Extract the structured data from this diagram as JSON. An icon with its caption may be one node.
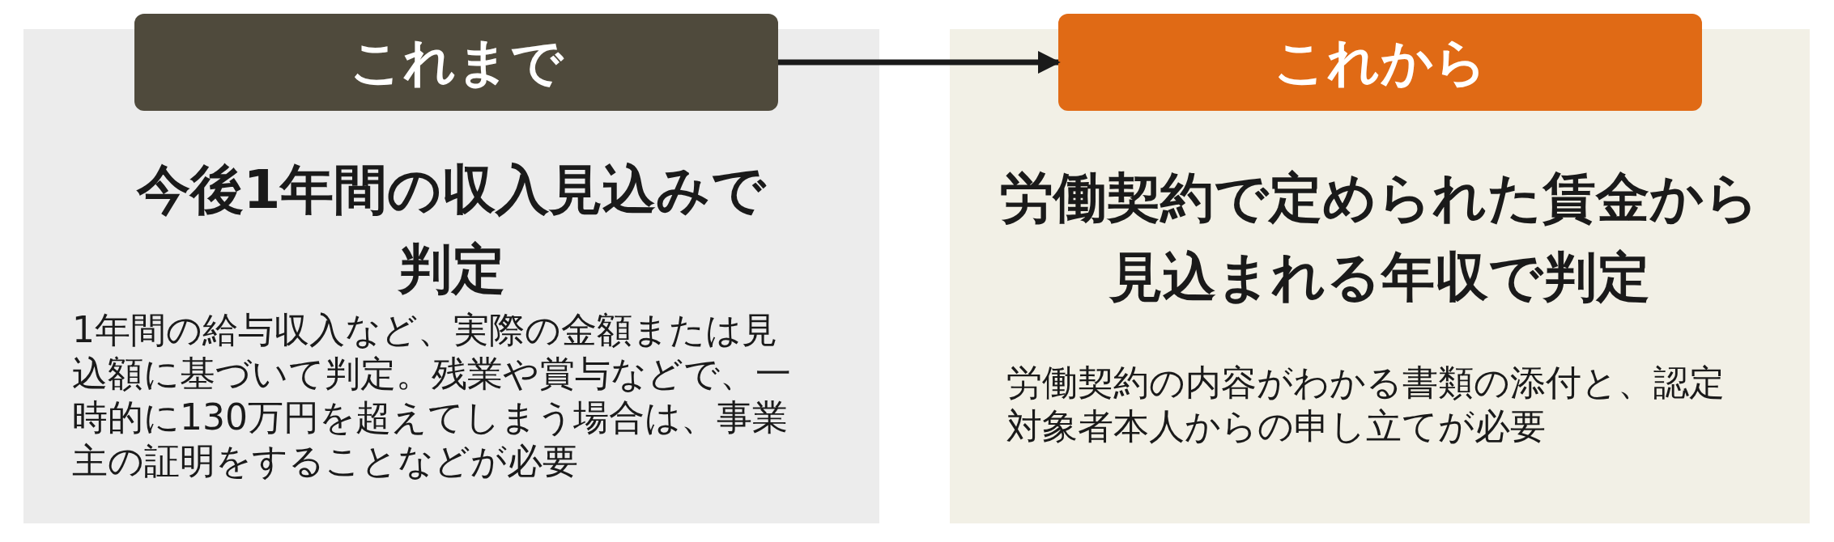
{
  "diagram": {
    "nodes": [
      {
        "text": [
          "今後1年間の収入見込みで判定",
          "1年間の給与収入など、実際の金額または見込額に基づいて判定。残業や賞与などで、一時的に130万円を超えてしまう場合は、事業主の証明をすることなどが必要"
        ]
      },
      {
        "text": [
          "これまで"
        ],
        "in": 0
      },
      {
        "text": [
          "労働契約で定められた賃金から見込まれる年収で判定",
          "労働契約の内容がわかる書類の添付と、認定対象者本人からの申し立てが必要"
        ]
      },
      {
        "text": [
          "これから"
        ],
        "in": 2
      }
    ],
    "edges": [
      {
        "from": 1,
        "to": 3,
        "arrow": "to"
      }
    ]
  }
}
